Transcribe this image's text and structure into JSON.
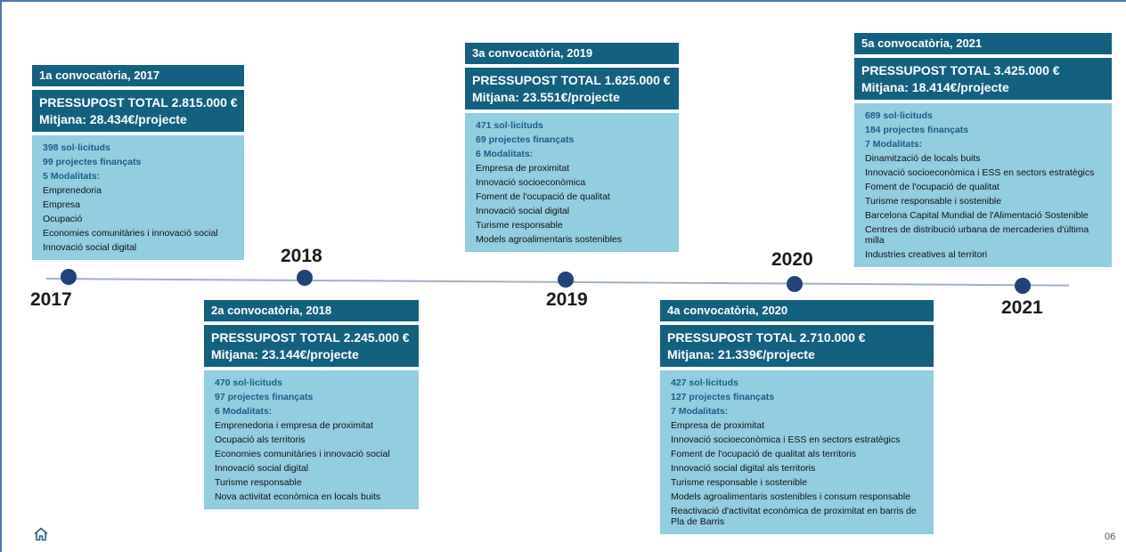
{
  "timeline": {
    "years": [
      "2017",
      "2018",
      "2019",
      "2020",
      "2021"
    ]
  },
  "cards": [
    {
      "title": "1a convocatòria, 2017",
      "budget": "PRESSUPOST TOTAL 2.815.000 €",
      "average": "Mitjana: 28.434€/projecte",
      "stats": [
        "398 sol·licituds",
        "99 projectes finançats",
        "5 Modalitats:"
      ],
      "items": [
        "Emprenedoria",
        "Empresa",
        "Ocupació",
        "Economies comunitàries i innovació social",
        "Innovació social digital"
      ]
    },
    {
      "title": "2a convocatòria, 2018",
      "budget": "PRESSUPOST TOTAL 2.245.000 €",
      "average": "Mitjana: 23.144€/projecte",
      "stats": [
        "470 sol·licituds",
        "97 projectes finançats",
        "6 Modalitats:"
      ],
      "items": [
        "Emprenedoria i empresa de proximitat",
        "Ocupació als territoris",
        "Economies comunitàries i innovació social",
        "Innovació social digital",
        "Turisme responsable",
        "Nova activitat econòmica en locals buits"
      ]
    },
    {
      "title": "3a convocatòria, 2019",
      "budget": "PRESSUPOST TOTAL 1.625.000 €",
      "average": "Mitjana: 23.551€/projecte",
      "stats": [
        "471 sol·licituds",
        "69 projectes finançats",
        "6 Modalitats:"
      ],
      "items": [
        "Empresa de proximitat",
        "Innovació socioeconòmica",
        "Foment de l'ocupació de qualitat",
        "Innovació social digital",
        "Turisme responsable",
        "Models agroalimentaris sostenibles"
      ]
    },
    {
      "title": "4a convocatòria, 2020",
      "budget": "PRESSUPOST TOTAL 2.710.000 €",
      "average": "Mitjana: 21.339€/projecte",
      "stats": [
        "427 sol·licituds",
        "127 projectes finançats",
        "7 Modalitats:"
      ],
      "items": [
        "Empresa de proximitat",
        "Innovació socioeconòmica i ESS en sectors estratègics",
        "Foment de l'ocupació de qualitat als territoris",
        "Innovació social digital als territoris",
        "Turisme responsable i sostenible",
        "Models agroalimentaris sostenibles i consum responsable",
        "Reactivació d'activitat econòmica de proximitat en barris de Pla de Barris"
      ]
    },
    {
      "title": "5a convocatòria, 2021",
      "budget": "PRESSUPOST TOTAL 3.425.000 €",
      "average": "Mitjana: 18.414€/projecte",
      "stats": [
        "689 sol·licituds",
        "184 projectes finançats",
        "7 Modalitats:"
      ],
      "items": [
        "Dinamització de locals buits",
        "Innovació socioeconòmica i ESS en sectors estratègics",
        "Foment de l'ocupació de qualitat",
        "Turisme responsable i sostenible",
        "Barcelona Capital Mundial de l'Alimentació Sostenible",
        "Centres de distribució urbana de mercaderies d'última milla",
        "Industries creatives al territori"
      ]
    }
  ],
  "footer": {
    "home_icon": "home-icon",
    "page_number": "06"
  }
}
